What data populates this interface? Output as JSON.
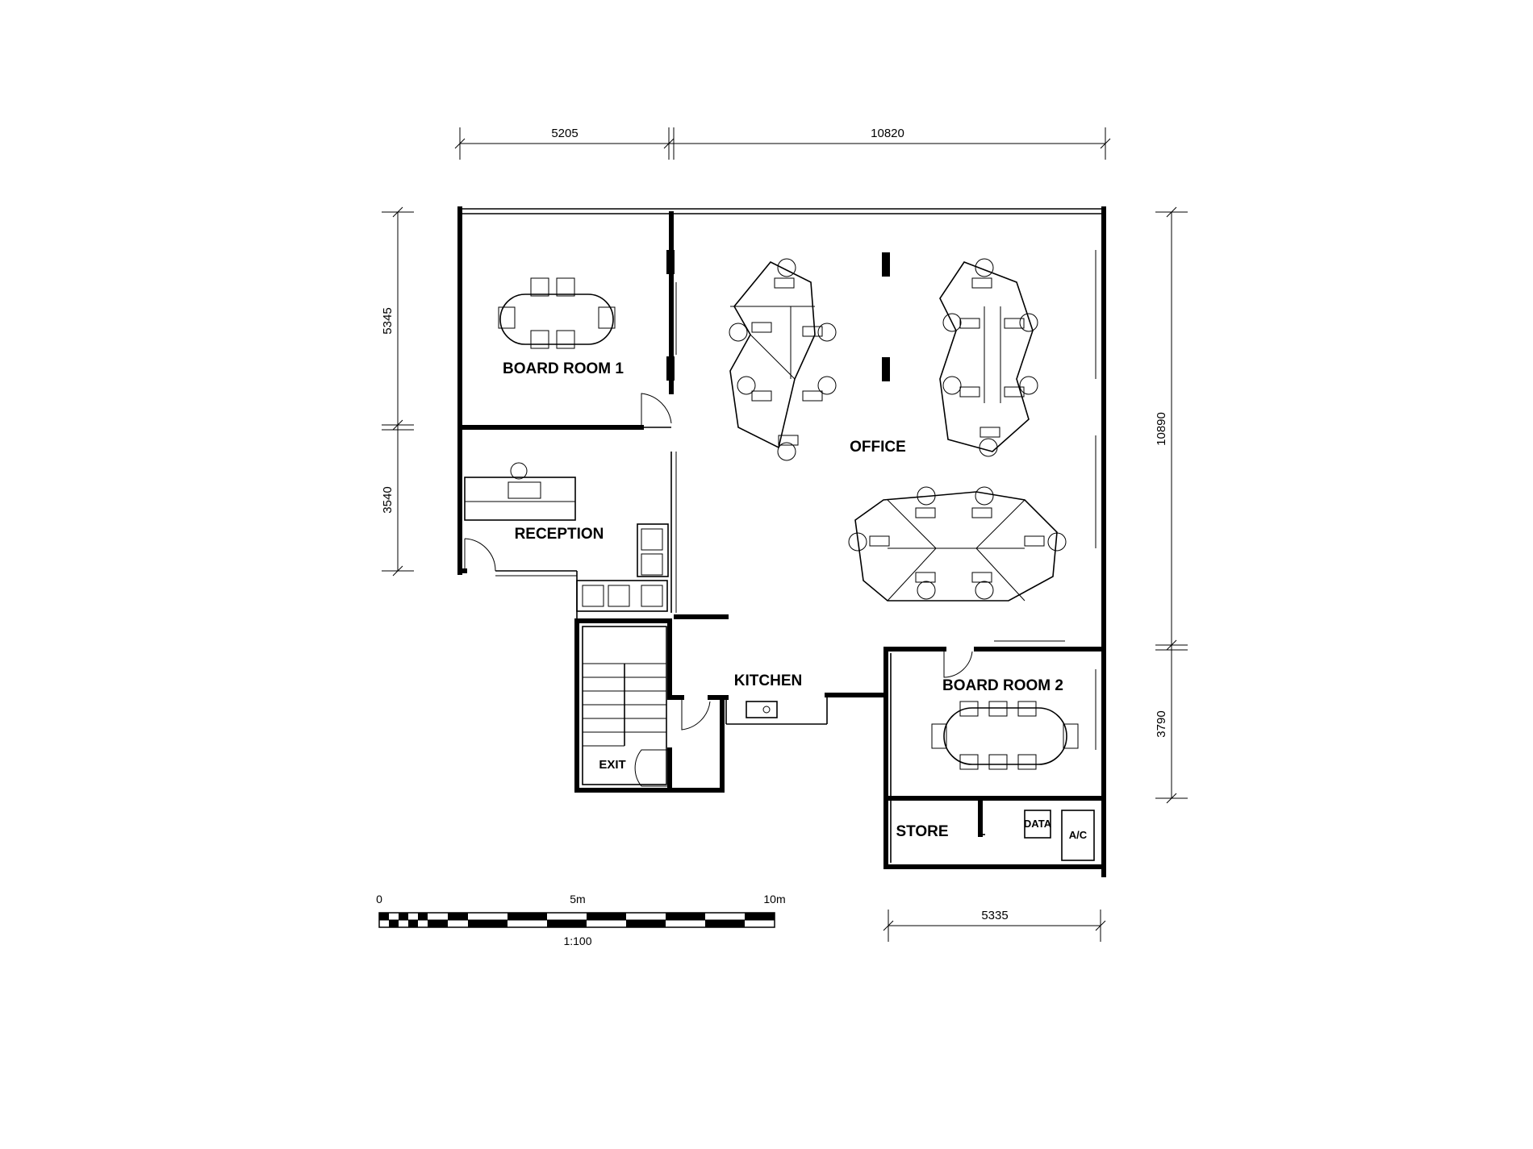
{
  "rooms": {
    "board_room_1": "BOARD ROOM 1",
    "reception": "RECEPTION",
    "office": "OFFICE",
    "kitchen": "KITCHEN",
    "board_room_2": "BOARD ROOM 2",
    "store": "STORE",
    "exit": "EXIT",
    "data": "DATA",
    "ac": "A/C"
  },
  "dimensions": {
    "top_left": "5205",
    "top_right": "10820",
    "left_upper": "5345",
    "left_lower": "3540",
    "right_upper": "10890",
    "right_lower": "3790",
    "bottom": "5335"
  },
  "scale_bar": {
    "label_0": "0",
    "label_5": "5m",
    "label_10": "10m",
    "ratio": "1:100"
  }
}
